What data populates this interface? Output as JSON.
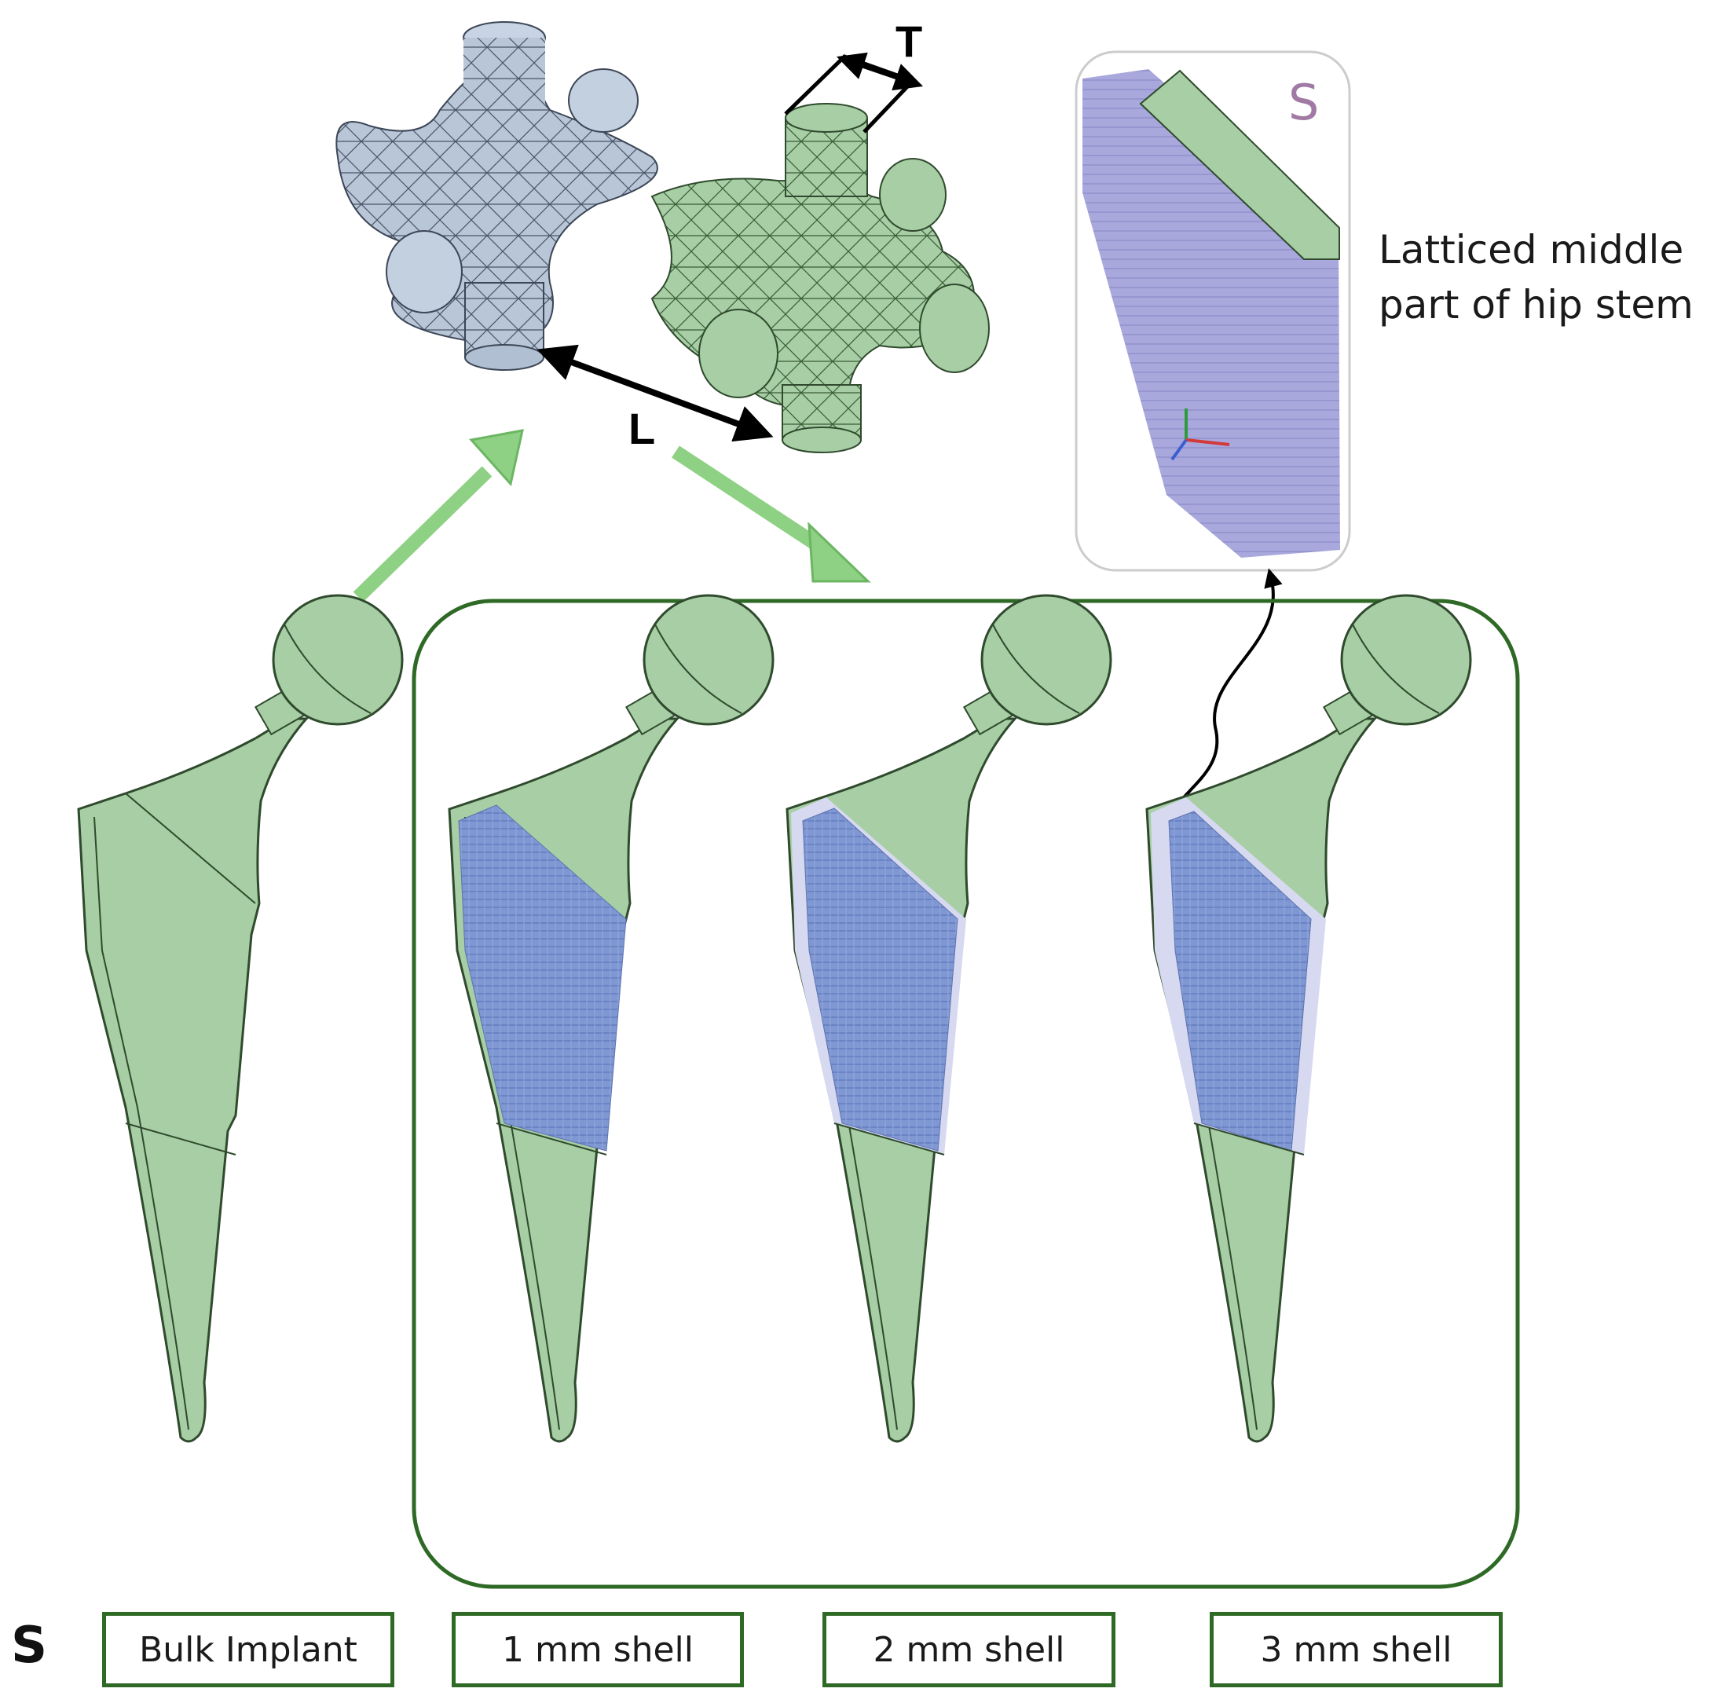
{
  "unit_cell": {
    "dim_T": "T",
    "dim_L": "L"
  },
  "inset": {
    "marker": "S",
    "caption_line1": "Latticed middle",
    "caption_line2": "part of hip stem"
  },
  "variants_marker": "S",
  "variants": [
    {
      "label": "Bulk Implant"
    },
    {
      "label": "1 mm shell"
    },
    {
      "label": "2 mm shell"
    },
    {
      "label": "3 mm shell"
    }
  ],
  "colors": {
    "implant_green": "#a7cea4",
    "implant_edge": "#2f4a2d",
    "lattice_blue": "#7f97d2",
    "cell_gray": "#b8c6d8",
    "arrow_green": "#8fd184",
    "frame_green": "#2e6a25",
    "inset_purple": "#a9a8dd"
  }
}
